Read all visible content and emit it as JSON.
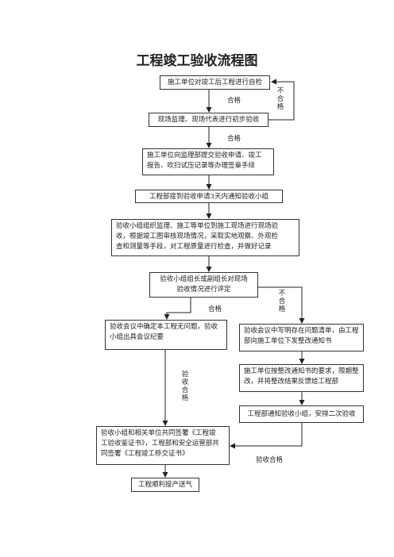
{
  "title": "工程竣工验收流程图",
  "boxes": {
    "b1": "施工单位对竣工后工程进行自检",
    "b2": "现场监理、现场代表进行初步验收",
    "b3": "施工单位向监理部提交验收申请、竣工\n报告、吹扫试压记录等办理签章手续",
    "b4": "工程部接到验收申请3天内通知验收小组",
    "b5": "验收小组组织监理、施工等单位到施工现场进行现场验\n收，根据竣工图审核现场情况，采取实地观察、外观检\n查和测量等手段，对工程质量进行检查，并做好记录",
    "b6": "验收小组组长或副组长对现场\n验收情况进行评定",
    "b7": "验收会议中确定本工程无问题，验收\n小组出具会议纪要",
    "b8": "验收会议中写明存在问题清单，由工程\n部向施工单位下发整改通知书",
    "b9": "施工单位按整改通知书的要求，限期整\n改，并将整改结果反馈给工程部",
    "b10": "工程部通知验收小组，安排二次验收",
    "b11": "验收小组和相关单位共同签署《工程竣\n工验收鉴证书》，工程部和安全运营部共\n同签署《工程竣工移交证书》",
    "b12": "工程顺利投产送气"
  },
  "labels": {
    "pass1": "合格",
    "pass2": "合格",
    "pass3": "合格",
    "fail1": "不\n合\n格",
    "fail2": "不\n合\n格",
    "accept_v": "验\n收\n合\n格",
    "accept_h": "验收合格"
  }
}
